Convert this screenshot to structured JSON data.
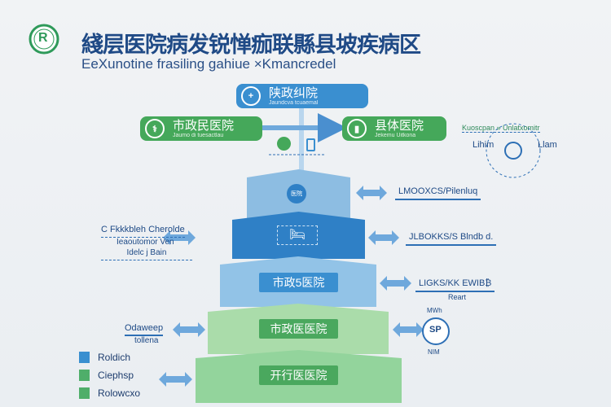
{
  "header": {
    "logo_text": "R",
    "title": "綫层医院病发锐惮痂联縣县坡疾病区",
    "subtitle": "EeXunotine frasiling  gahiue ×Kmancredel"
  },
  "top_callout": {
    "icon": "hospital-cross-icon",
    "label": "陕政纠院",
    "sub": "Jaundcva tcuaemal"
  },
  "left_callout": {
    "icon": "caduceus-icon",
    "label": "市政民医院",
    "sub": "Jaumo di tuesactlau"
  },
  "right_callout": {
    "icon": "clipboard-icon",
    "label": "县体医院",
    "sub": "Jekemu Uitkona"
  },
  "right_note": {
    "title": "Kuoscpan » Unlatxomitr",
    "left": "Lihim",
    "right": "Llam"
  },
  "layers": [
    {
      "name": "layer-1",
      "color": "#8dbde2",
      "icon": "hospital-icon",
      "icon_text": "医院"
    },
    {
      "name": "layer-2",
      "color": "#2f80c6",
      "icon": "bed-icon"
    },
    {
      "name": "layer-3",
      "color": "#92c3e7",
      "label": "市政5医院",
      "label_color": "#3a8fd0"
    },
    {
      "name": "layer-4",
      "color": "#aadcaa",
      "label": "市政医医院",
      "label_color": "#4aa85e"
    },
    {
      "name": "layer-5",
      "color": "#93d49c",
      "label": "开行医医院",
      "label_color": "#4aa85e"
    }
  ],
  "right_labels": [
    "LMOOXCS/Pilenluq",
    "JLBOKKS/S Blndb d.",
    "LIGKS/KK EWIB₿",
    "Reart"
  ],
  "right_badge": {
    "text": "SP",
    "top": "MWh",
    "bottom": "NIM"
  },
  "left_labels": {
    "a": "C Fkkkbleh Cherolde",
    "b": "Ieaoutomor Ven",
    "c": "Idelc j Bain",
    "d": "Odaweep",
    "e": "tollena"
  },
  "legend": [
    {
      "label": "Roldich",
      "color": "#3a8fd0"
    },
    {
      "label": "Ciephsp",
      "color": "#4fae6a"
    },
    {
      "label": "Rolowcxo",
      "color": "#4fae6a"
    }
  ]
}
